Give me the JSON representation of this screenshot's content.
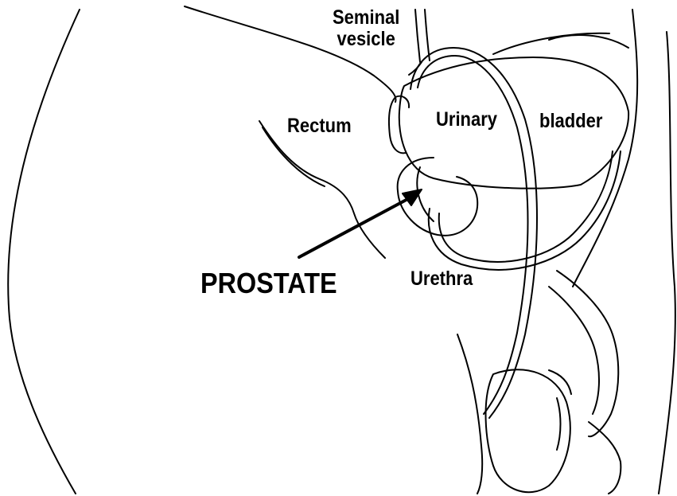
{
  "diagram": {
    "labels": {
      "seminal_line1": "Seminal",
      "seminal_line2": "vesicle",
      "rectum": "Rectum",
      "urinary": "Urinary",
      "bladder": "bladder",
      "prostate": "PROSTATE",
      "urethra": "Urethra"
    },
    "colors": {
      "line": "#000000",
      "background": "#ffffff"
    }
  }
}
